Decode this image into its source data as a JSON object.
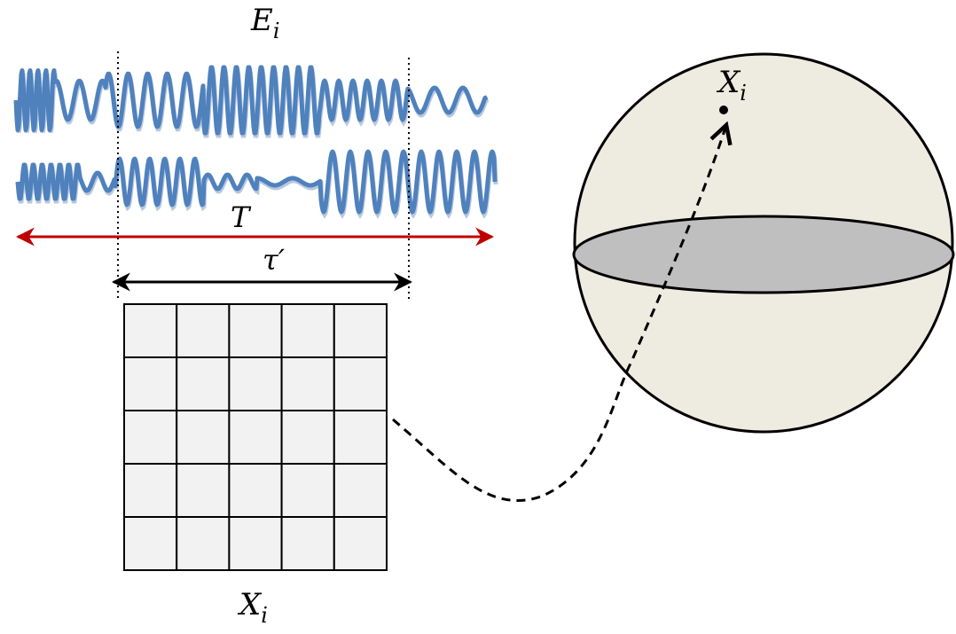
{
  "labels": {
    "signal_label": {
      "base": "E",
      "sub": "i"
    },
    "total_duration_label": "T",
    "window_label": "τ′",
    "matrix_label": {
      "base": "X",
      "sub": "i"
    },
    "manifold_point_label": {
      "base": "X",
      "sub": "i"
    }
  },
  "matrix": {
    "rows": 5,
    "cols": 5
  },
  "colors": {
    "signal": "#4F81BD",
    "signal_shadow": "#B8C8E0",
    "total_arrow": "#C00000",
    "window_arrow": "#000000",
    "matrix_fill": "#F2F2F2",
    "matrix_stroke": "#000000",
    "sphere_fill": "#EEECE1",
    "equator_fill": "#BFBFBF",
    "outline": "#000000"
  }
}
